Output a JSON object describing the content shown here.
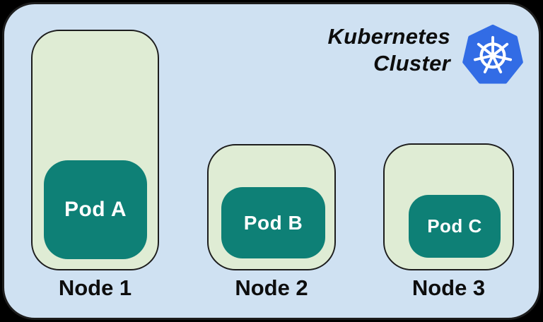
{
  "diagram": {
    "title_line1": "Kubernetes",
    "title_line2": "Cluster",
    "logo_icon": "kubernetes-helm-icon",
    "nodes": [
      {
        "label": "Node 1",
        "pod": "Pod A"
      },
      {
        "label": "Node 2",
        "pod": "Pod B"
      },
      {
        "label": "Node 3",
        "pod": "Pod C"
      }
    ],
    "colors": {
      "cluster_bg": "#cfe1f2",
      "node_bg": "#dfecd4",
      "pod_bg": "#0e8076",
      "pod_text": "#ffffff",
      "label_text": "#0d0d0d",
      "k8s_blue": "#326ce5",
      "border": "#1d1d1d"
    }
  }
}
